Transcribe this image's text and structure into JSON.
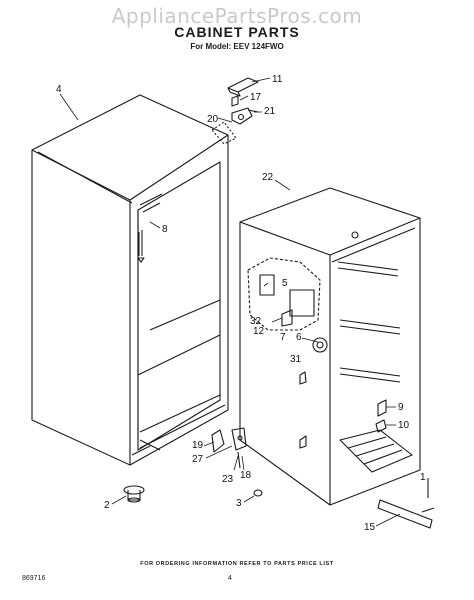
{
  "watermark": "AppliancePartsPros.com",
  "title": "CABINET PARTS",
  "model_line": "For Model: EEV 124FWO",
  "footer_note": "FOR ORDERING INFORMATION REFER TO PARTS PRICE LIST",
  "doc_number": "869716",
  "page_number": "4",
  "callouts": {
    "c2": "2",
    "c3": "3",
    "c4": "4",
    "c5": "5",
    "c6": "6",
    "c7": "7",
    "c8": "8",
    "c9": "9",
    "c10": "10",
    "c11": "11",
    "c12": "12",
    "c15": "15",
    "c17": "17",
    "c18": "18",
    "c19": "19",
    "c20": "20",
    "c21": "21",
    "c22": "22",
    "c23": "23",
    "c27": "27",
    "c31": "31",
    "c32": "32",
    "c1": "1"
  }
}
